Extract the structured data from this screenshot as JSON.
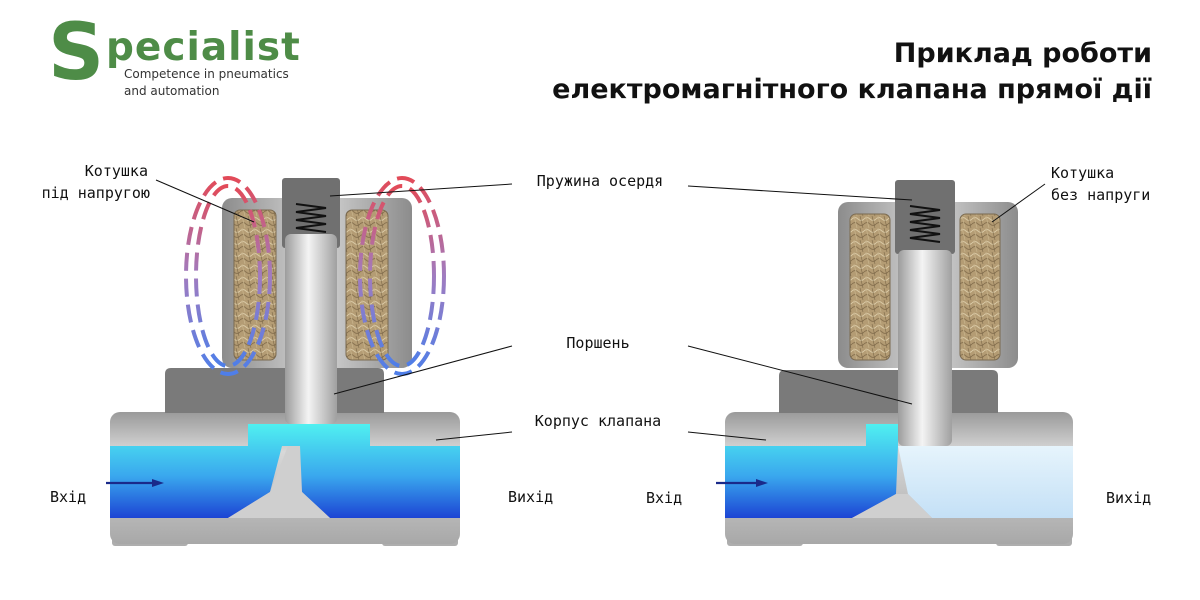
{
  "logo": {
    "letter": "S",
    "word": "pecialist",
    "tagline_1": "Competence in pneumatics",
    "tagline_2": "and automation",
    "color": "#4e8c47"
  },
  "title": {
    "line1": "Приклад роботи",
    "line2": "електромагнітного клапана прямої дії"
  },
  "labels": {
    "coil_energized_1": "Котушка",
    "coil_energized_2": "під напругою",
    "coil_deenergized_1": "Котушка",
    "coil_deenergized_2": "без напруги",
    "spring": "Пружина осердя",
    "plunger": "Поршень",
    "body": "Корпус клапана",
    "inlet_left": "Вхід",
    "outlet_left": "Вихід",
    "inlet_right": "Вхід",
    "outlet_right": "Вихід"
  },
  "colors": {
    "body_gray": "#b5b5b5",
    "dark_gray": "#777777",
    "flow_cyan": "#4fe8ee",
    "flow_blue": "#1f4fd8",
    "field_red": "#e05060",
    "field_blue": "#5a7ee8",
    "outlet_pale": "#d4ecfa"
  }
}
